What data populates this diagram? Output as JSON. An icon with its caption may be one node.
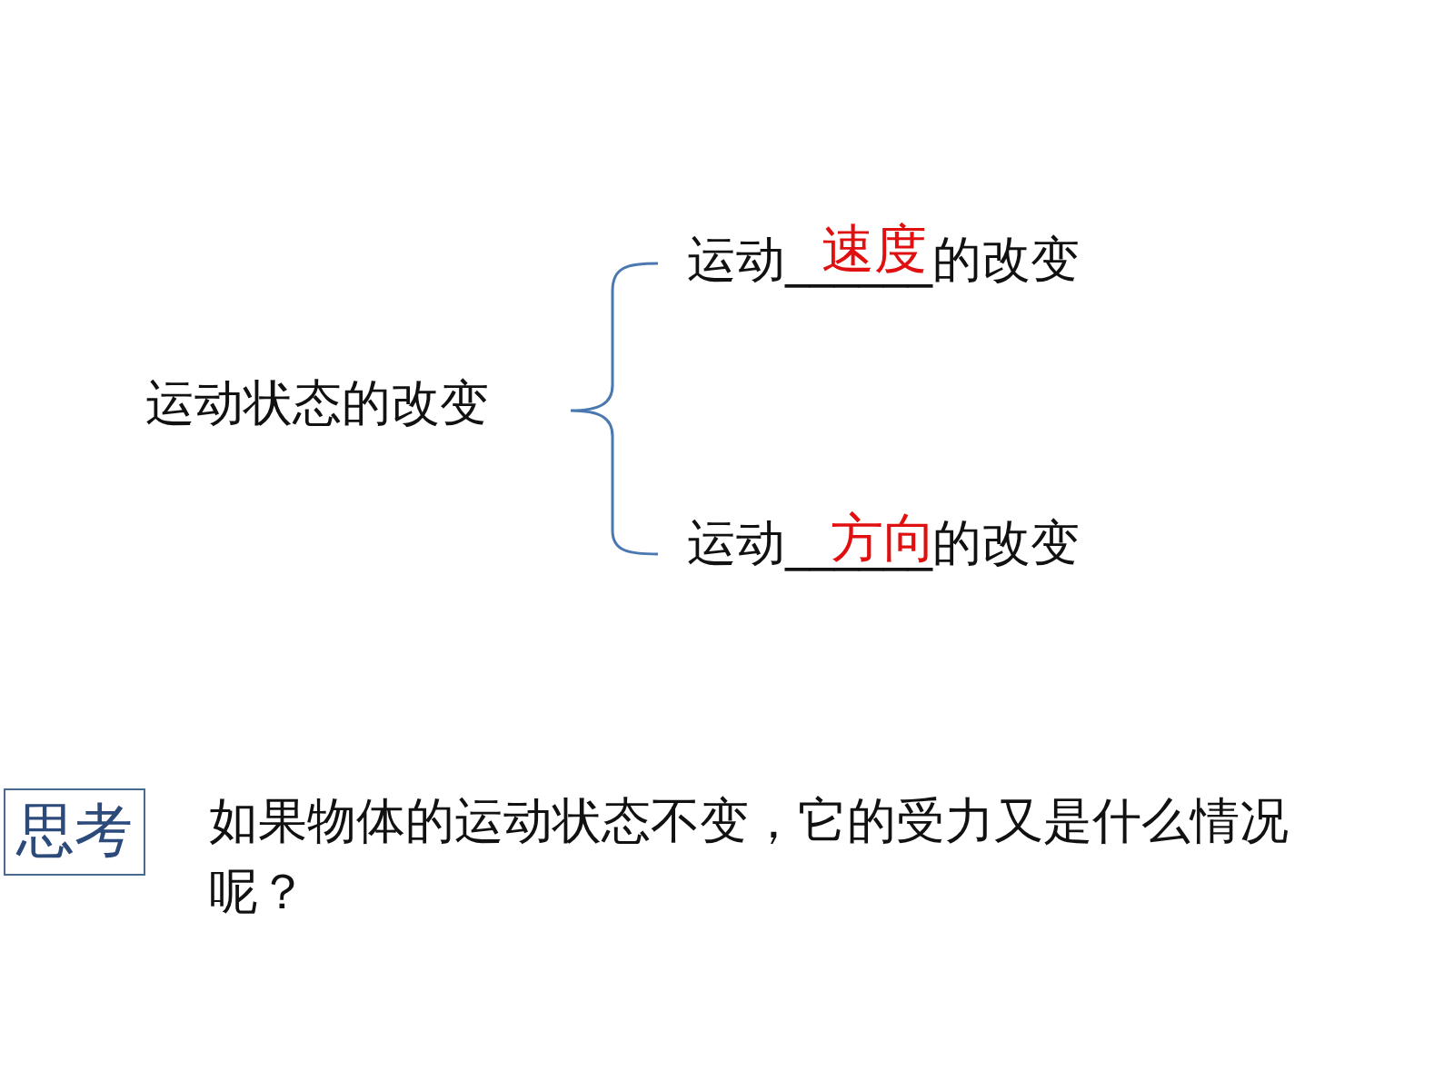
{
  "diagram": {
    "nodes": [
      {
        "text": [
          "思考"
        ]
      }
    ],
    "labels": [
      "运动______的改变",
      "速度",
      "运动状态的改变",
      "运动______的改变",
      "方向",
      "如果物体的运动状态不变，它的受力又是什么情况呢？"
    ]
  }
}
